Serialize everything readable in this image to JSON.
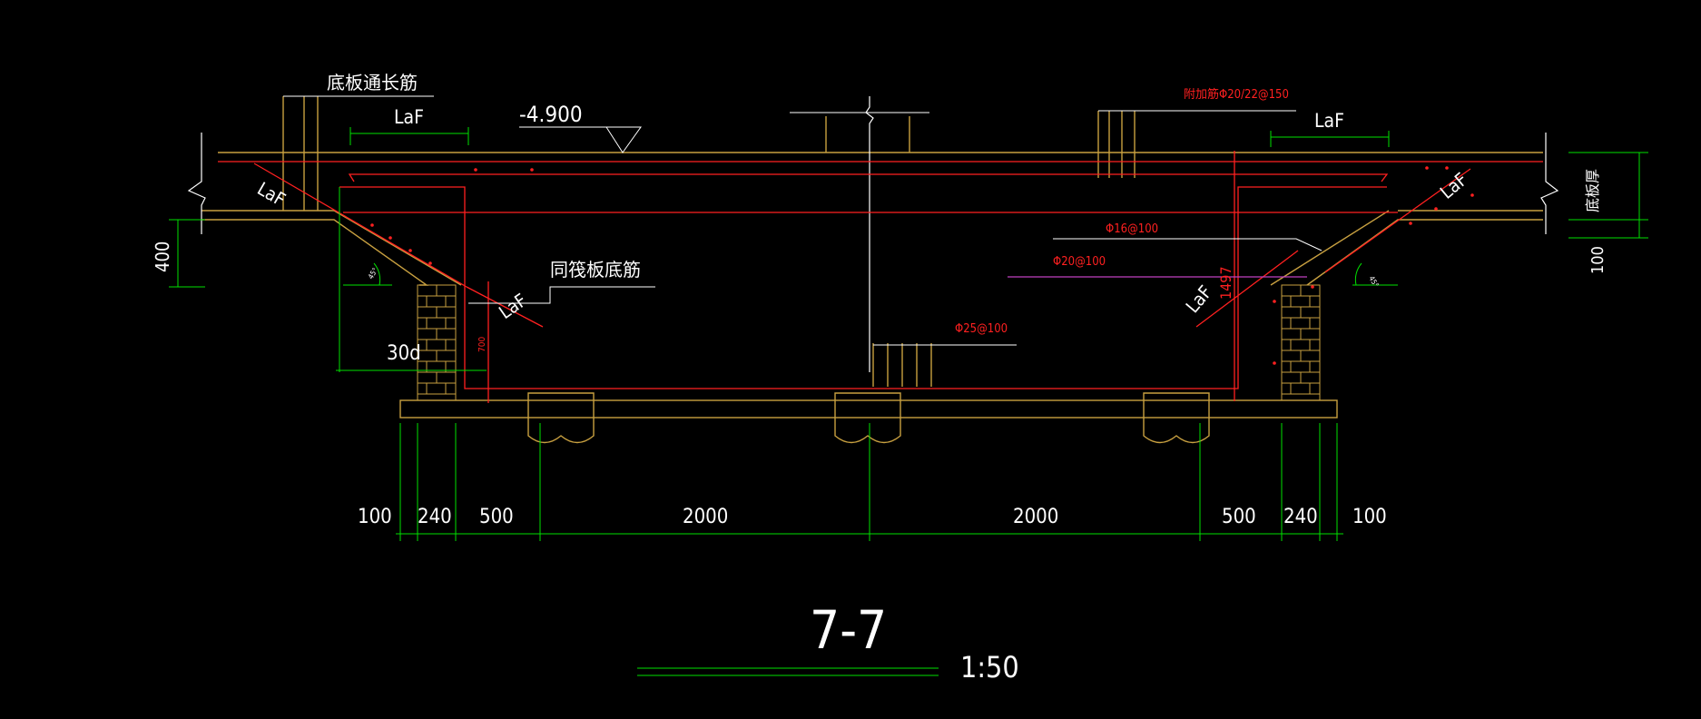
{
  "colors": {
    "background": "#000000",
    "slab_outline": "#c8a040",
    "rebar": "#ff2020",
    "dimension": "#00e000",
    "white_text": "#ffffff",
    "leader": "#ffffff",
    "accent_rebar": "#c040c0",
    "brick": "#c8a040"
  },
  "labels": {
    "bottom_slab_long_rebar": "底板通长筋",
    "laf": "LaF",
    "elevation": "-4.900",
    "additional_rebar": "附加筋Φ20/22@150",
    "raft_bottom_rebar": "同筏板底筋",
    "rebar_16": "Φ16@100",
    "rebar_20": "Φ20@100",
    "rebar_25": "Φ25@100",
    "thirty_d": "30d",
    "depth_1497": "1497",
    "dim_700": "700",
    "slab_thickness": "底板厚",
    "dim_400": "400",
    "dim_100_right": "100",
    "angle_mark": "45°"
  },
  "dimensions": [
    "100",
    "240",
    "500",
    "2000",
    "2000",
    "500",
    "240",
    "100"
  ],
  "title": {
    "section": "7-7",
    "scale": "1:50"
  }
}
